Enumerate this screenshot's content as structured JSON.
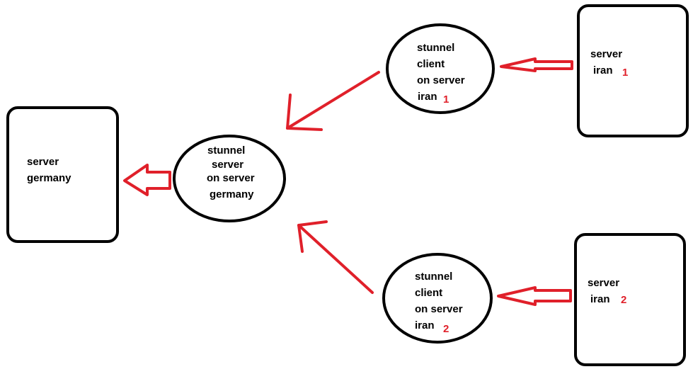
{
  "colors": {
    "outline": "#000000",
    "arrow": "#e0202a",
    "number": "#e0202a"
  },
  "server_germany": {
    "line1": "server",
    "line2": "germany"
  },
  "stunnel_server": {
    "line1": "stunnel",
    "line2": "server",
    "line3": "on server",
    "line4": "germany"
  },
  "stunnel_client_1": {
    "line1": "stunnel",
    "line2": "client",
    "line3": "on server",
    "line4": "iran",
    "number": "1"
  },
  "stunnel_client_2": {
    "line1": "stunnel",
    "line2": "client",
    "line3": "on server",
    "line4": "iran",
    "number": "2"
  },
  "server_iran_1": {
    "line1": "server",
    "line2": "iran",
    "number": "1"
  },
  "server_iran_2": {
    "line1": "server",
    "line2": "iran",
    "number": "2"
  }
}
